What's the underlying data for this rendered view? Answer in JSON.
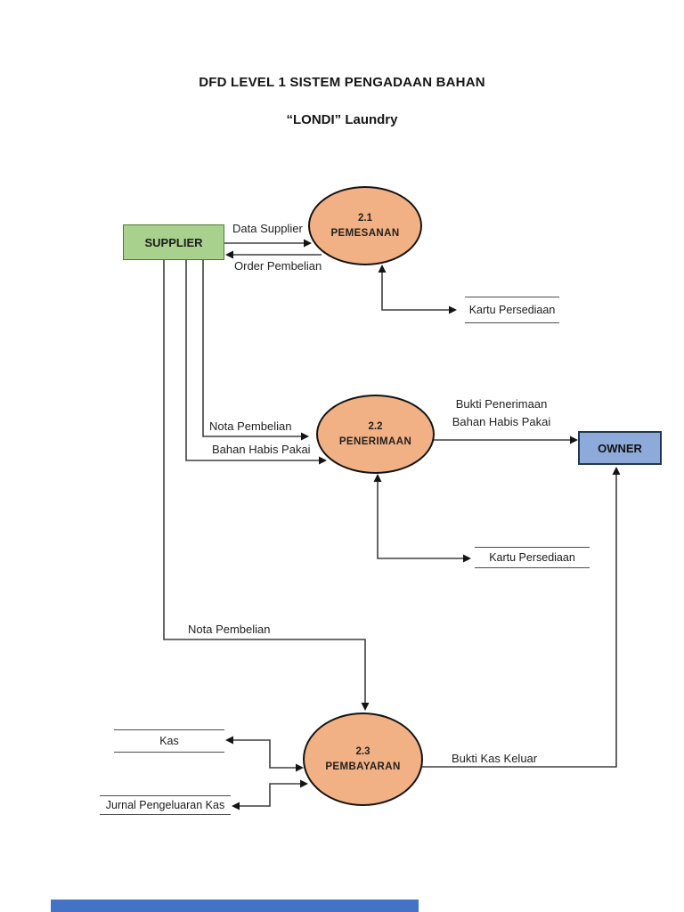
{
  "title": "DFD LEVEL 1 SISTEM PENGADAAN BAHAN",
  "subtitle": "“LONDI” Laundry",
  "entities": {
    "supplier": {
      "label": "SUPPLIER"
    },
    "owner": {
      "label": "OWNER"
    }
  },
  "processes": [
    {
      "id": "2.1",
      "name": "PEMESANAN"
    },
    {
      "id": "2.2",
      "name": "PENERIMAAN"
    },
    {
      "id": "2.3",
      "name": "PEMBAYARAN"
    }
  ],
  "datastores": [
    {
      "label": "Kartu Persediaan"
    },
    {
      "label": "Kartu Persediaan"
    },
    {
      "label": "Kas"
    },
    {
      "label": "Jurnal Pengeluaran Kas"
    }
  ],
  "flows": {
    "data_supplier": "Data Supplier",
    "order_pembelian": "Order Pembelian",
    "nota_pembelian_to_penerimaan": "Nota Pembelian",
    "bahan_habis_pakai": "Bahan Habis Pakai",
    "bukti_penerimaan_line1": "Bukti Penerimaan",
    "bukti_penerimaan_line2": "Bahan Habis Pakai",
    "nota_pembelian_to_pembayaran": "Nota Pembelian",
    "bukti_kas_keluar": "Bukti Kas Keluar"
  },
  "colors": {
    "supplier_fill": "#A9D18E",
    "supplier_border": "#4E7A32",
    "process_fill": "#F2B184",
    "owner_fill": "#8EAADB",
    "connector": "#3F3F3F",
    "bottom_bar": "#4472C4"
  }
}
